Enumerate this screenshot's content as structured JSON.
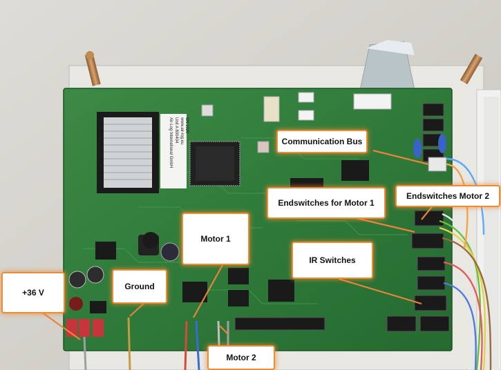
{
  "labels": {
    "communication_bus": "Communication Bus",
    "endswitches_motor1": "Endswitches for Motor 1",
    "endswitches_motor2": "Endswitches Motor 2",
    "motor1": "Motor 1",
    "ir_switches": "IR Switches",
    "plus36v": "+36 V",
    "ground": "Ground",
    "motor2": "Motor 2"
  },
  "board_print": {
    "line1": "Air-Log International GmbH",
    "line2": "Unit A 800404",
    "line3": "www.air-log.eu",
    "line4": "SN 1020"
  },
  "colors": {
    "label_border": "#ef8b35",
    "pcb_green": "#2f7a3a",
    "arrow": "#e9843a"
  }
}
